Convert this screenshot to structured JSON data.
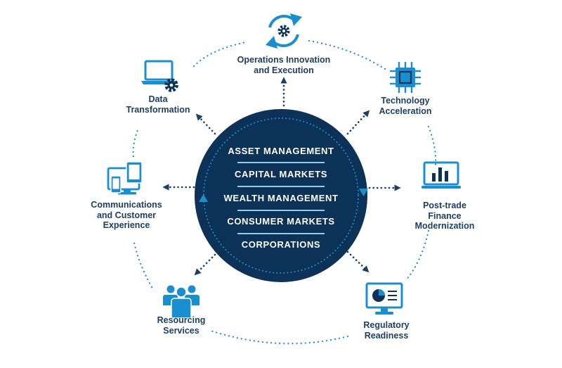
{
  "center": {
    "items": [
      "ASSET MANAGEMENT",
      "CAPITAL MARKETS",
      "WEALTH MANAGEMENT",
      "CONSUMER MARKETS",
      "CORPORATIONS"
    ]
  },
  "nodes": [
    {
      "id": "operations",
      "icon": "gear-cycle-icon",
      "lines": [
        "Operations Innovation",
        "and Execution"
      ]
    },
    {
      "id": "technology",
      "icon": "microchip-icon",
      "lines": [
        "Technology",
        "Acceleration"
      ]
    },
    {
      "id": "posttrade",
      "icon": "bar-chart-monitor-icon",
      "lines": [
        "Post-trade",
        "Finance",
        "Modernization"
      ]
    },
    {
      "id": "regulatory",
      "icon": "pie-chart-monitor-icon",
      "lines": [
        "Regulatory",
        "Readiness"
      ]
    },
    {
      "id": "resourcing",
      "icon": "people-group-icon",
      "lines": [
        "Resourcing",
        "Services"
      ]
    },
    {
      "id": "communications",
      "icon": "devices-icon",
      "lines": [
        "Communications",
        "and Customer",
        "Experience"
      ]
    },
    {
      "id": "data",
      "icon": "laptop-gear-icon",
      "lines": [
        "Data",
        "Transformation"
      ]
    }
  ],
  "colors": {
    "navy": "#0d3257",
    "accent": "#1a8fd0",
    "text": "#1d3f62",
    "arrow": "#1d3f62"
  }
}
